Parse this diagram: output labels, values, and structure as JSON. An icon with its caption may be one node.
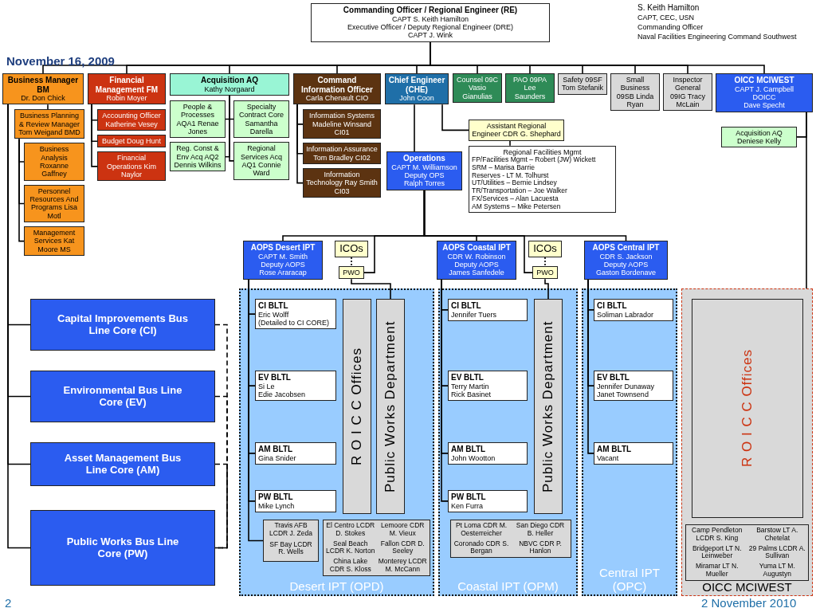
{
  "diagram": {
    "nodes": [
      {
        "text": [
          "Commanding Officer / Regional Engineer (RE)",
          "CAPT S. Keith Hamilton",
          "Executive Officer / Deputy Regional Engineer (DRE)",
          "CAPT J. Wink"
        ]
      },
      {
        "text": [
          "Business Manager BM",
          "Dr. Don Chick"
        ]
      },
      {
        "text": [
          "Business Planning & Review Manager Tom Weigand BMD"
        ]
      },
      {
        "text": [
          "Business Analysis Roxanne Gaffney"
        ]
      },
      {
        "text": [
          "Personnel Resources And Programs Lisa Motl"
        ]
      },
      {
        "text": [
          "Management Services Kat Moore MS"
        ]
      },
      {
        "text": [
          "Financial Management FM",
          "Robin Moyer"
        ]
      },
      {
        "text": [
          "Accounting Officer Katherine Vesey"
        ]
      },
      {
        "text": [
          "Budget Doug Hunt"
        ]
      },
      {
        "text": [
          "Financial Operations Kim Naylor"
        ]
      },
      {
        "text": [
          "Acquisition AQ",
          "Kathy Norgaard"
        ]
      },
      {
        "text": [
          "People & Processes AQA1 Renae Jones"
        ]
      },
      {
        "text": [
          "Specialty Contract Core Samantha Darella"
        ]
      },
      {
        "text": [
          "Reg. Const & Env Acq AQ2 Dennis Wilkins"
        ]
      },
      {
        "text": [
          "Regional Services Acq AQ1 Connie Ward"
        ]
      },
      {
        "text": [
          "Command Information Officer",
          "Carla Chenault CIO"
        ]
      },
      {
        "text": [
          "Information Systems Madeline Winsand CI01"
        ]
      },
      {
        "text": [
          "Information Assurance Tom Bradley CI02"
        ]
      },
      {
        "text": [
          "Information Technology Ray Smith CI03"
        ]
      },
      {
        "text": [
          "Chief Engineer (CHE)",
          "John Coon"
        ]
      },
      {
        "text": [
          "Counsel 09C Vasio Gianulias"
        ]
      },
      {
        "text": [
          "PAO 09PA Lee Saunders"
        ]
      },
      {
        "text": [
          "Safety 09SF Tom Stefanik"
        ]
      },
      {
        "text": [
          "Small Business 09SB Linda Ryan"
        ]
      },
      {
        "text": [
          "Inspector General 09IG Tracy McLain"
        ]
      },
      {
        "text": [
          "OICC MCIWEST",
          "CAPT J. Campbell",
          "DOICC",
          "Dave Specht"
        ]
      },
      {
        "text": [
          "Acquisition AQ Deniese Kelly"
        ]
      },
      {
        "text": [
          "Assistant Regional Engineer CDR G. Shephard"
        ]
      },
      {
        "text": [
          "Regional Facilities Mgmt",
          "FP/Facilities Mgmt – Robert (JW) Wickett",
          "SRM – Marisa Barrie",
          "Reserves - LT M. Tolhurst",
          "UT/Utilities – Bernie Lindsey",
          "TR/Transportation – Joe Walker",
          "FX/Services – Alan Lacuesta",
          "AM Systems – Mike Petersen"
        ]
      },
      {
        "text": [
          "Operations",
          "CAPT M. Williamson",
          "Deputy OPS",
          "Ralph Torres"
        ]
      },
      {
        "text": [
          "AOPS Desert IPT",
          "CAPT M. Smith",
          "Deputy AOPS",
          "Rose Araracap"
        ]
      },
      {
        "text": [
          "ICOs"
        ]
      },
      {
        "text": [
          "PWO"
        ]
      },
      {
        "text": [
          "AOPS Coastal IPT",
          "CDR W. Robinson",
          "Deputy AOPS",
          "James Sanfedele"
        ]
      },
      {
        "text": [
          "ICOs"
        ]
      },
      {
        "text": [
          "PWO"
        ]
      },
      {
        "text": [
          "AOPS Central IPT",
          "CDR S. Jackson",
          "Deputy AOPS",
          "Gaston Bordenave"
        ]
      },
      {
        "text": [
          "Capital Improvements Bus Line Core (CI)"
        ]
      },
      {
        "text": [
          "Environmental Bus Line Core (EV)"
        ]
      },
      {
        "text": [
          "Asset Management Bus Line Core (AM)"
        ]
      },
      {
        "text": [
          "Public Works Bus Line Core (PW)"
        ]
      },
      {
        "text": [
          "Desert IPT (OPD)"
        ]
      },
      {
        "text": [
          "CI BLTL",
          "Eric Wolff",
          "(Detailed to CI CORE)"
        ],
        "in": 41
      },
      {
        "text": [
          "EV BLTL",
          "Si Le",
          "Edie Jacobsen"
        ],
        "in": 41
      },
      {
        "text": [
          "AM BLTL",
          "Gina Snider"
        ],
        "in": 41
      },
      {
        "text": [
          "PW BLTL",
          "Mike Lynch"
        ],
        "in": 41
      },
      {
        "text": [
          "R O I C C Offices"
        ],
        "in": 41
      },
      {
        "text": [
          "Public Works Department"
        ],
        "in": 41
      },
      {
        "text": [
          "Travis AFB LCDR J. Zeda",
          "SF Bay LCDR R. Wells"
        ],
        "in": 41
      },
      {
        "text": [
          "El Centro LCDR D. Stokes",
          "Lemoore CDR M. Vieux",
          "Seal Beach LCDR K. Norton",
          "Fallon CDR D. Seeley",
          "China Lake CDR S. Kloss",
          "Monterey LCDR M. McCann"
        ],
        "in": 41
      },
      {
        "text": [
          "Coastal IPT (OPM)"
        ]
      },
      {
        "text": [
          "CI BLTL",
          "Jennifer Tuers"
        ],
        "in": 50
      },
      {
        "text": [
          "EV BLTL",
          "Terry Martin",
          "Rick Basinet"
        ],
        "in": 50
      },
      {
        "text": [
          "AM BLTL",
          "John Wootton"
        ],
        "in": 50
      },
      {
        "text": [
          "PW BLTL",
          "Ken Furra"
        ],
        "in": 50
      },
      {
        "text": [
          "Public Works Department"
        ],
        "in": 50
      },
      {
        "text": [
          "Pt Loma CDR M. Oesterreicher",
          "San Diego CDR B. Heller",
          "Coronado CDR S. Bergan",
          "NBVC CDR P. Hanlon"
        ],
        "in": 50
      },
      {
        "text": [
          "Central IPT (OPC)"
        ]
      },
      {
        "text": [
          "CI BLTL",
          "Soliman Labrador"
        ],
        "in": 57
      },
      {
        "text": [
          "EV BLTL",
          "Jennifer Dunaway",
          "Janet Townsend"
        ],
        "in": 57
      },
      {
        "text": [
          "AM BLTL",
          "Vacant"
        ],
        "in": 57
      },
      {
        "text": [
          "OICC MCIWEST"
        ]
      },
      {
        "text": [
          "R O I C C Offices"
        ],
        "in": 61
      },
      {
        "text": [
          "Camp Pendleton LCDR S. King",
          "Barstow LT A. Chetelat",
          "Bridgeport LT N. Leinweber",
          "29 Palms LCDR A. Sullivan",
          "Miramar LT N. Mueller",
          "Yuma LT M. Augustyn"
        ],
        "in": 61
      }
    ],
    "edges": [
      {
        "from": 0,
        "to": 1,
        "arrow": "none"
      },
      {
        "from": 0,
        "to": 6,
        "arrow": "none"
      },
      {
        "from": 0,
        "to": 10,
        "arrow": "none"
      },
      {
        "from": 0,
        "to": 15,
        "arrow": "none"
      },
      {
        "from": 0,
        "to": 19,
        "arrow": "none"
      },
      {
        "from": 0,
        "to": 20,
        "arrow": "none"
      },
      {
        "from": 0,
        "to": 21,
        "arrow": "none"
      },
      {
        "from": 0,
        "to": 22,
        "arrow": "none"
      },
      {
        "from": 0,
        "to": 23,
        "arrow": "none"
      },
      {
        "from": 0,
        "to": 24,
        "arrow": "none"
      },
      {
        "from": 0,
        "to": 25,
        "arrow": "none"
      },
      {
        "from": 1,
        "to": 2,
        "arrow": "none"
      },
      {
        "from": 2,
        "to": 3,
        "arrow": "none"
      },
      {
        "from": 2,
        "to": 4,
        "arrow": "none"
      },
      {
        "from": 2,
        "to": 5,
        "arrow": "none"
      },
      {
        "from": 6,
        "to": 7,
        "arrow": "none"
      },
      {
        "from": 6,
        "to": 8,
        "arrow": "none"
      },
      {
        "from": 6,
        "to": 9,
        "arrow": "none"
      },
      {
        "from": 10,
        "to": 11,
        "arrow": "none"
      },
      {
        "from": 10,
        "to": 12,
        "arrow": "none"
      },
      {
        "from": 10,
        "to": 13,
        "arrow": "none"
      },
      {
        "from": 10,
        "to": 14,
        "arrow": "none"
      },
      {
        "from": 15,
        "to": 16,
        "arrow": "none"
      },
      {
        "from": 15,
        "to": 17,
        "arrow": "none"
      },
      {
        "from": 15,
        "to": 18,
        "arrow": "none"
      },
      {
        "from": 19,
        "to": 29,
        "arrow": "none"
      },
      {
        "from": 19,
        "to": 27,
        "arrow": "none"
      },
      {
        "from": 27,
        "to": 28,
        "arrow": "none"
      },
      {
        "from": 25,
        "to": 26,
        "arrow": "none"
      },
      {
        "from": 25,
        "to": 61,
        "arrow": "none"
      },
      {
        "from": 29,
        "to": 30,
        "arrow": "none"
      },
      {
        "from": 29,
        "to": 32,
        "arrow": "none"
      },
      {
        "from": 29,
        "to": 33,
        "arrow": "none"
      },
      {
        "from": 29,
        "to": 35,
        "arrow": "none"
      },
      {
        "from": 29,
        "to": 36,
        "arrow": "none"
      },
      {
        "from": 31,
        "to": 32,
        "arrow": "none",
        "style": "dashed"
      },
      {
        "from": 34,
        "to": 35,
        "arrow": "none",
        "style": "dashed"
      },
      {
        "from": 1,
        "to": 37,
        "arrow": "none"
      },
      {
        "from": 1,
        "to": 38,
        "arrow": "none"
      },
      {
        "from": 1,
        "to": 39,
        "arrow": "none"
      },
      {
        "from": 1,
        "to": 40,
        "arrow": "none"
      },
      {
        "from": 37,
        "to": 40,
        "arrow": "none",
        "style": "dashed"
      },
      {
        "from": 38,
        "to": 40,
        "arrow": "none",
        "style": "dashed"
      },
      {
        "from": 39,
        "to": 40,
        "arrow": "none",
        "style": "dashed"
      },
      {
        "from": 30,
        "to": 42,
        "arrow": "none"
      },
      {
        "from": 30,
        "to": 43,
        "arrow": "none"
      },
      {
        "from": 30,
        "to": 44,
        "arrow": "none"
      },
      {
        "from": 30,
        "to": 45,
        "arrow": "none"
      },
      {
        "from": 30,
        "to": 48,
        "arrow": "none"
      },
      {
        "from": 32,
        "to": 47,
        "arrow": "none"
      },
      {
        "from": 33,
        "to": 51,
        "arrow": "none"
      },
      {
        "from": 33,
        "to": 52,
        "arrow": "none"
      },
      {
        "from": 33,
        "to": 53,
        "arrow": "none"
      },
      {
        "from": 33,
        "to": 54,
        "arrow": "none"
      },
      {
        "from": 35,
        "to": 55,
        "arrow": "none"
      },
      {
        "from": 36,
        "to": 58,
        "arrow": "none"
      },
      {
        "from": 36,
        "to": 59,
        "arrow": "none"
      },
      {
        "from": 36,
        "to": 60,
        "arrow": "none"
      }
    ],
    "labels": [
      "November 16, 2009",
      "S. Keith Hamilton",
      "CAPT, CEC, USN",
      "Commanding Officer",
      "Naval Facilities Engineering Command Southwest",
      "2",
      "2 November 2010"
    ]
  }
}
